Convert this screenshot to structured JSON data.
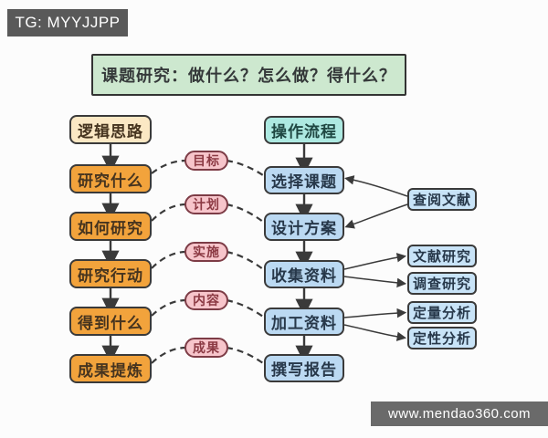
{
  "badges": {
    "top_left": "TG: MYYJJPP",
    "bottom_right": "www.mendao360.com"
  },
  "title": "课题研究：做什么？怎么做？得什么？",
  "left_column": {
    "header": "逻辑思路",
    "steps": [
      "研究什么",
      "如何研究",
      "研究行动",
      "得到什么",
      "成果提炼"
    ]
  },
  "right_column": {
    "header": "操作流程",
    "steps": [
      "选择课题",
      "设计方案",
      "收集资料",
      "加工资料",
      "撰写报告"
    ]
  },
  "stage_labels": [
    "目标",
    "计划",
    "实施",
    "内容",
    "成果"
  ],
  "method_boxes": [
    "查阅文献",
    "文献研究",
    "调查研究",
    "定量分析",
    "定性分析"
  ],
  "colors": {
    "orange_fill": "#f2a33c",
    "pale_fill": "#fbe8c4",
    "cyan_fill": "#ade9e1",
    "blue_fill": "#bbd9f2",
    "light_blue_fill": "#c8e3f7",
    "green_fill": "#cde8cf",
    "pink_fill": "#f7c5cb",
    "pink_border": "#7d3c46",
    "line": "#3a3a3a",
    "badge_dark": "#595959",
    "badge_gray": "#6a6a6a"
  }
}
